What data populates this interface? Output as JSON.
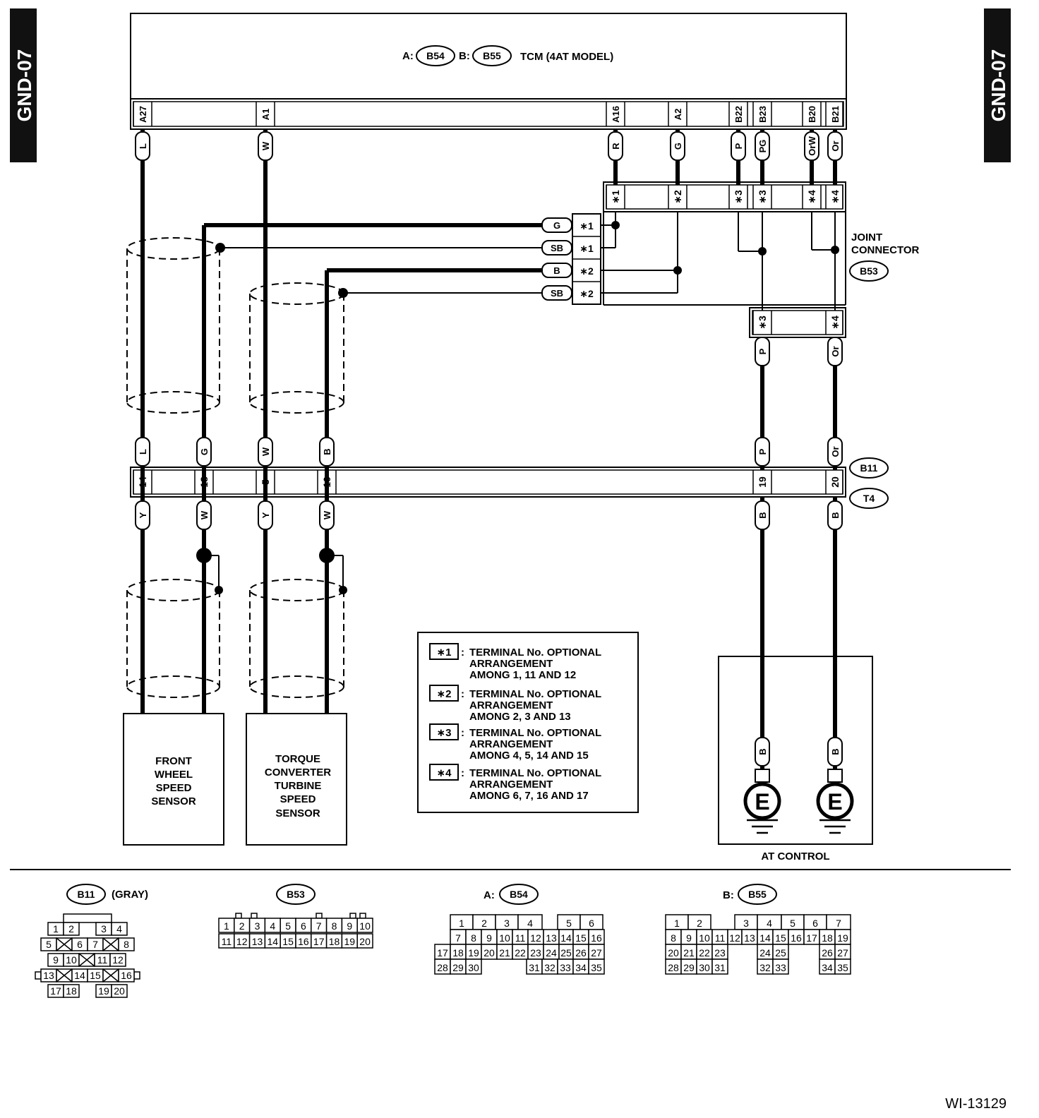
{
  "side_tab": {
    "label": "GND-07"
  },
  "tcm": {
    "prefix_a": "A:",
    "conn_a": "B54",
    "prefix_b": "B:",
    "conn_b": "B55",
    "title": "TCM (4AT MODEL)"
  },
  "tcm_pins": [
    {
      "pin": "A27",
      "wire": "L"
    },
    {
      "pin": "A1",
      "wire": "W"
    },
    {
      "pin": "A16",
      "wire": "R"
    },
    {
      "pin": "A2",
      "wire": "G"
    },
    {
      "pin": "B22",
      "wire": "P"
    },
    {
      "pin": "B23",
      "wire": "PG"
    },
    {
      "pin": "B20",
      "wire": "OrW"
    },
    {
      "pin": "B21",
      "wire": "Or"
    }
  ],
  "joint_top_terms": [
    "*1",
    "*2",
    "*3",
    "*3",
    "*4",
    "*4"
  ],
  "joint_left_rows": [
    {
      "wire": "G",
      "term": "*1"
    },
    {
      "wire": "SB",
      "term": "*1"
    },
    {
      "wire": "B",
      "term": "*2"
    },
    {
      "wire": "SB",
      "term": "*2"
    }
  ],
  "joint_bottom_terms": [
    "*3",
    "*4"
  ],
  "joint_bottom_wires": [
    "P",
    "Or"
  ],
  "joint": {
    "line1": "JOINT",
    "line2": "CONNECTOR",
    "id": "B53"
  },
  "b11_top_wires": [
    "L",
    "G",
    "W",
    "B",
    "P",
    "Or"
  ],
  "b11_pins": [
    "14",
    "18",
    "5",
    "10",
    "19",
    "20"
  ],
  "b11_bottom_wires": [
    "Y",
    "W",
    "Y",
    "W",
    "B",
    "B"
  ],
  "b11_label": "B11",
  "t4_label": "T4",
  "front_sensor": [
    "FRONT",
    "WHEEL",
    "SPEED",
    "SENSOR"
  ],
  "torque_sensor": [
    "TORQUE",
    "CONVERTER",
    "TURBINE",
    "SPEED",
    "SENSOR"
  ],
  "legend": [
    {
      "mark": "*1",
      "lines": [
        "TERMINAL No. OPTIONAL",
        "ARRANGEMENT",
        "AMONG 1, 11 AND 12"
      ]
    },
    {
      "mark": "*2",
      "lines": [
        "TERMINAL No. OPTIONAL",
        "ARRANGEMENT",
        "AMONG 2, 3 AND 13"
      ]
    },
    {
      "mark": "*3",
      "lines": [
        "TERMINAL No. OPTIONAL",
        "ARRANGEMENT",
        "AMONG 4, 5, 14 AND 15"
      ]
    },
    {
      "mark": "*4",
      "lines": [
        "TERMINAL No. OPTIONAL",
        "ARRANGEMENT",
        "AMONG 6, 7, 16 AND 17"
      ]
    }
  ],
  "ground": {
    "wires": [
      "B",
      "B"
    ],
    "symbol": "E",
    "label": "AT CONTROL"
  },
  "connector_views": {
    "b11": {
      "id": "B11",
      "suffix": "(GRAY)",
      "rows": [
        [
          "1",
          "2",
          "",
          "3",
          "4"
        ],
        [
          "5",
          "X",
          "6",
          "7",
          "X",
          "8"
        ],
        [
          "9",
          "10",
          "X",
          "11",
          "12"
        ],
        [
          "13",
          "X",
          "14",
          "15",
          "X",
          "16"
        ],
        [
          "17",
          "18",
          "",
          "19",
          "20"
        ]
      ]
    },
    "b53": {
      "id": "B53",
      "row1": [
        "1",
        "2",
        "3",
        "4",
        "5",
        "6",
        "7",
        "8",
        "9",
        "10"
      ],
      "row2": [
        "11",
        "12",
        "13",
        "14",
        "15",
        "16",
        "17",
        "18",
        "19",
        "20"
      ]
    },
    "b54": {
      "prefix": "A:",
      "id": "B54",
      "rows": [
        [
          "",
          "1",
          "2",
          "3",
          "4",
          "",
          "5",
          "6"
        ],
        [
          "",
          "7",
          "8",
          "9",
          "10",
          "11",
          "12",
          "13",
          "14",
          "15",
          "16"
        ],
        [
          "17",
          "18",
          "19",
          "20",
          "21",
          "22",
          "23",
          "24",
          "25",
          "26",
          "27"
        ],
        [
          "28",
          "29",
          "30",
          "",
          "",
          "31",
          "32",
          "33",
          "34",
          "35"
        ]
      ]
    },
    "b55": {
      "prefix": "B:",
      "id": "B55",
      "rows": [
        [
          "1",
          "2",
          "",
          "3",
          "4",
          "5",
          "6",
          "7"
        ],
        [
          "8",
          "9",
          "10",
          "11",
          "12",
          "13",
          "14",
          "15",
          "16",
          "17",
          "18",
          "19"
        ],
        [
          "20",
          "21",
          "22",
          "23",
          "",
          "24",
          "25",
          "",
          "26",
          "27"
        ],
        [
          "28",
          "29",
          "30",
          "31",
          "",
          "32",
          "33",
          "",
          "34",
          "35"
        ]
      ]
    }
  },
  "code": "WI-13129"
}
